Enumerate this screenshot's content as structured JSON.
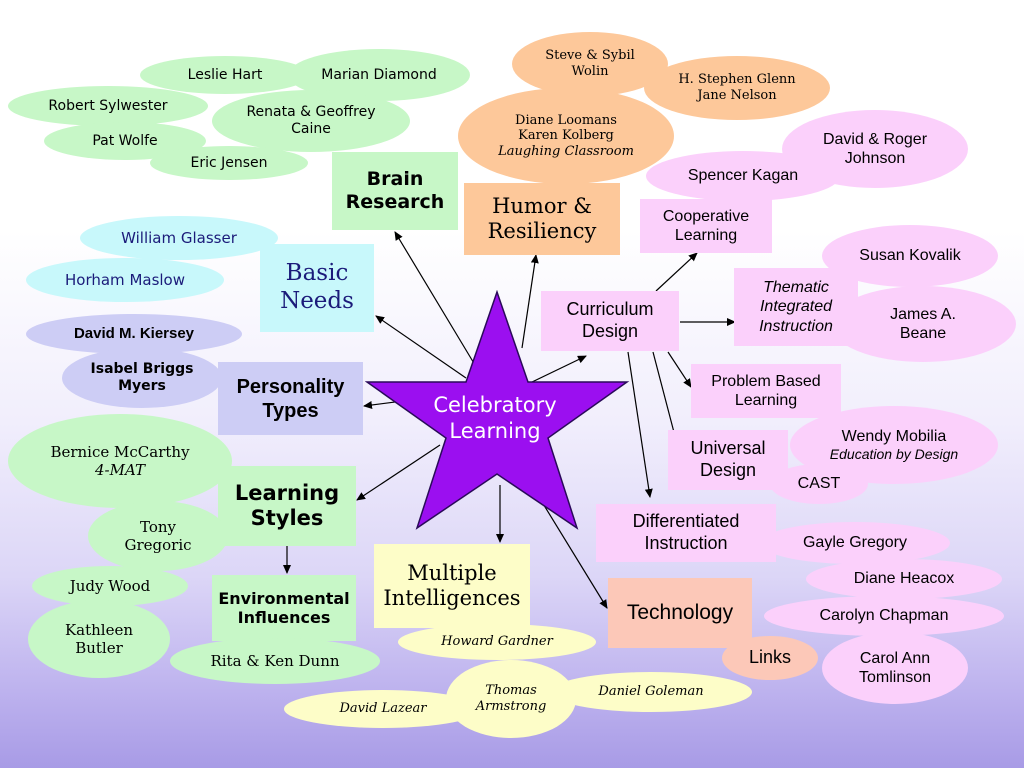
{
  "center": {
    "line1": "Celebratory",
    "line2": "Learning"
  },
  "topics": {
    "brain_research": {
      "line1": "Brain",
      "line2": "Research"
    },
    "humor_resiliency": {
      "line1": "Humor &",
      "line2": "Resiliency"
    },
    "basic_needs": {
      "line1": "Basic",
      "line2": "Needs"
    },
    "personality_types": {
      "line1": "Personality",
      "line2": "Types"
    },
    "learning_styles": {
      "line1": "Learning",
      "line2": "Styles"
    },
    "environmental_influences": {
      "line1": "Environmental",
      "line2": "Influences"
    },
    "multiple_intelligences": {
      "line1": "Multiple",
      "line2": "Intelligences"
    },
    "technology": {
      "line1": "Technology"
    },
    "links": {
      "line1": "Links"
    },
    "curriculum_design": {
      "line1": "Curriculum",
      "line2": "Design"
    },
    "cooperative_learning": {
      "line1": "Cooperative",
      "line2": "Learning"
    },
    "thematic_instruction": {
      "line1": "Thematic",
      "line2": "Integrated",
      "line3": "Instruction"
    },
    "problem_based_learning": {
      "line1": "Problem Based",
      "line2": "Learning"
    },
    "universal_design": {
      "line1": "Universal",
      "line2": "Design"
    },
    "differentiated_instruction": {
      "line1": "Differentiated",
      "line2": "Instruction"
    }
  },
  "people": {
    "leslie_hart": "Leslie Hart",
    "marian_diamond": "Marian Diamond",
    "robert_sylwester": "Robert Sylwester",
    "renata_caine": {
      "line1": "Renata & Geoffrey",
      "line2": "Caine"
    },
    "pat_wolfe": "Pat Wolfe",
    "eric_jensen": "Eric Jensen",
    "steve_wolin": {
      "line1": "Steve & Sybil",
      "line2": "Wolin"
    },
    "glenn_nelson": {
      "line1": "H. Stephen Glenn",
      "line2": "Jane Nelson"
    },
    "loomans_kolberg": {
      "line1": "Diane Loomans",
      "line2": "Karen Kolberg",
      "line3": "Laughing Classroom"
    },
    "william_glasser": "William Glasser",
    "abraham_maslow": "Horham Maslow",
    "david_kiersey": "David M. Kiersey",
    "isabel_myers": {
      "line1": "Isabel Briggs",
      "line2": "Myers"
    },
    "bernice_mccarthy": {
      "line1": "Bernice McCarthy",
      "line2": "4-MAT"
    },
    "tony_gregoric": {
      "line1": "Tony",
      "line2": "Gregoric"
    },
    "judy_wood": "Judy Wood",
    "kathleen_butler": {
      "line1": "Kathleen",
      "line2": "Butler"
    },
    "rita_ken_dunn": "Rita & Ken Dunn",
    "howard_gardner": "Howard Gardner",
    "thomas_armstrong": {
      "line1": "Thomas",
      "line2": "Armstrong"
    },
    "daniel_goleman": "Daniel Goleman",
    "david_lazear": "David Lazear",
    "johnson": {
      "line1": "David & Roger",
      "line2": "Johnson"
    },
    "spencer_kagan": "Spencer Kagan",
    "susan_kovalik": "Susan Kovalik",
    "james_beane": {
      "line1": "James  A.",
      "line2": "Beane"
    },
    "wendy_mobilia": {
      "line1": "Wendy Mobilia",
      "line2": "Education by Design"
    },
    "cast": "CAST",
    "gayle_gregory": "Gayle Gregory",
    "diane_heacox": "Diane Heacox",
    "carolyn_chapman": "Carolyn Chapman",
    "carol_tomlinson": {
      "line1": "Carol Ann",
      "line2": "Tomlinson"
    }
  },
  "colors": {
    "star": "#9b0ff0",
    "star_outline": "#2a0a5a",
    "green": "#c7f7c7",
    "cyan": "#c8f8fb",
    "lavender": "#cdcdf5",
    "peach": "#fdc89a",
    "pink": "#fbd0fb",
    "yellow": "#fdfdc8",
    "salmon": "#fcc8b8"
  }
}
